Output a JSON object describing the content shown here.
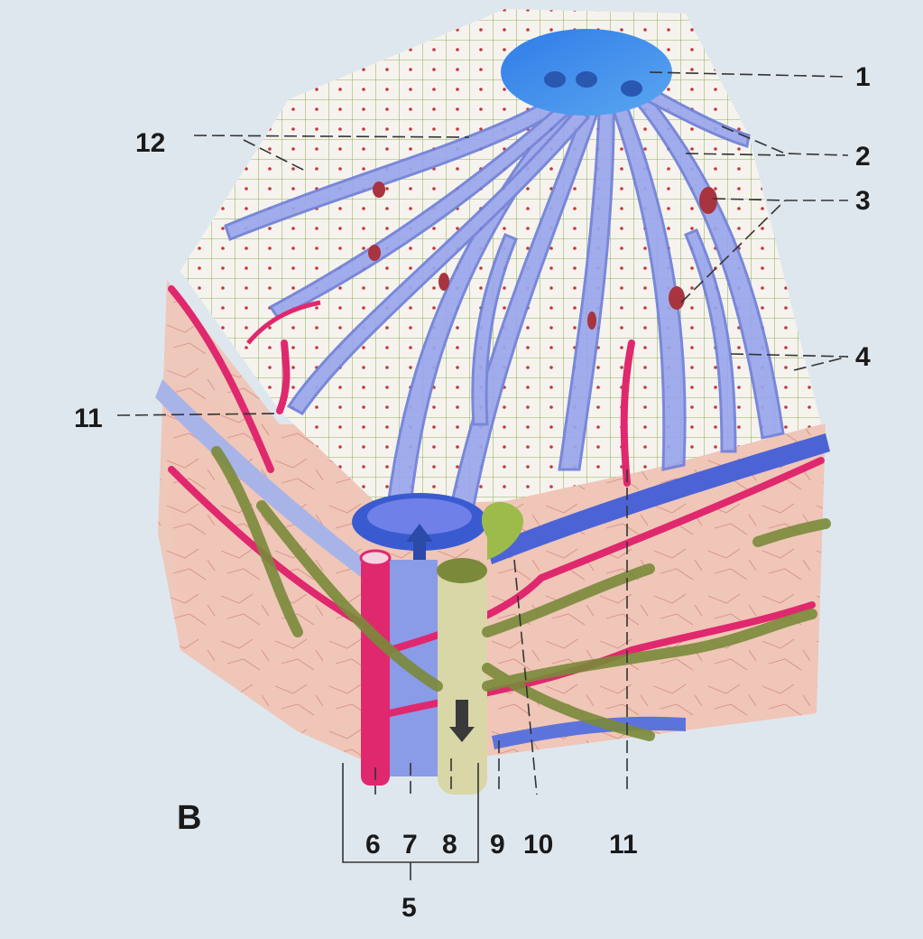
{
  "figure": {
    "panel_letter": "B",
    "labels": {
      "l1": "1",
      "l2": "2",
      "l3": "3",
      "l4": "4",
      "l5": "5",
      "l6": "6",
      "l7": "7",
      "l8": "8",
      "l9": "9",
      "l10": "10",
      "l11_left": "11",
      "l11_bottom": "11",
      "l12": "12"
    }
  },
  "colors": {
    "background": "#dfe7ee",
    "hepatocyte_fill": "#f6f3ee",
    "cell_border": "#8fb25a",
    "sinusoid_blue": "#7d8fe0",
    "central_vein": "#3f86e6",
    "artery_red": "#e0286e",
    "bile_duct_green": "#7a8a3a",
    "stroma_pink": "#efc6b8"
  }
}
